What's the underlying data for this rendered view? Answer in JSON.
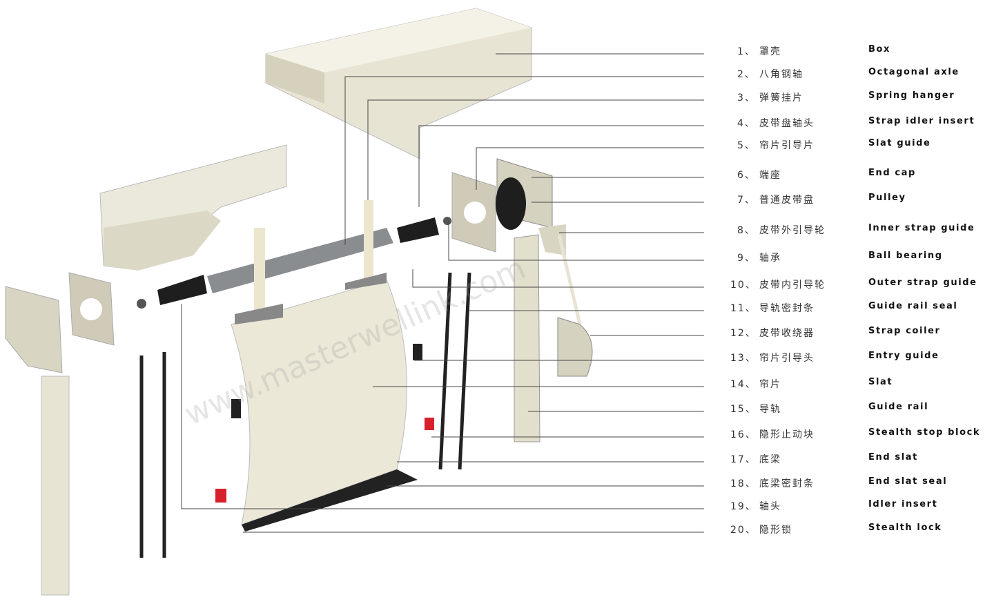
{
  "watermark": "www.masterwellink.com",
  "colors": {
    "panel": "#e8e4d4",
    "shadow": "#c9c4b0",
    "dark": "#1e1e1e",
    "axle": "#8a8d90",
    "red": "#d8202a",
    "leader": "#444444"
  },
  "parts": [
    {
      "num": "1、",
      "cn": "罩壳",
      "en": "Box"
    },
    {
      "num": "2、",
      "cn": "八角钢轴",
      "en": "Octagonal axle"
    },
    {
      "num": "3、",
      "cn": "弹簧挂片",
      "en": "Spring hanger"
    },
    {
      "num": "4、",
      "cn": "皮带盘轴头",
      "en": "Strap idler insert"
    },
    {
      "num": "5、",
      "cn": "帘片引导片",
      "en": "Slat guide"
    },
    {
      "num": "6、",
      "cn": "端座",
      "en": "End cap"
    },
    {
      "num": "7、",
      "cn": "普通皮带盘",
      "en": "Pulley"
    },
    {
      "num": "8、",
      "cn": "皮带外引导轮",
      "en": "Inner strap guide"
    },
    {
      "num": "9、",
      "cn": "轴承",
      "en": "Ball bearing"
    },
    {
      "num": "10、",
      "cn": "皮带内引导轮",
      "en": "Outer strap guide"
    },
    {
      "num": "11、",
      "cn": "导轨密封条",
      "en": "Guide rail seal"
    },
    {
      "num": "12、",
      "cn": "皮带收绕器",
      "en": "Strap coiler"
    },
    {
      "num": "13、",
      "cn": "帘片引导头",
      "en": "Entry guide"
    },
    {
      "num": "14、",
      "cn": "帘片",
      "en": "Slat"
    },
    {
      "num": "15、",
      "cn": "导轨",
      "en": "Guide rail"
    },
    {
      "num": "16、",
      "cn": "隐形止动块",
      "en": "Stealth stop block"
    },
    {
      "num": "17、",
      "cn": "底梁",
      "en": "End slat"
    },
    {
      "num": "18、",
      "cn": "底梁密封条",
      "en": "End slat seal"
    },
    {
      "num": "19、",
      "cn": "轴头",
      "en": "Idler insert"
    },
    {
      "num": "20、",
      "cn": "隐形锁",
      "en": "Stealth lock"
    }
  ]
}
